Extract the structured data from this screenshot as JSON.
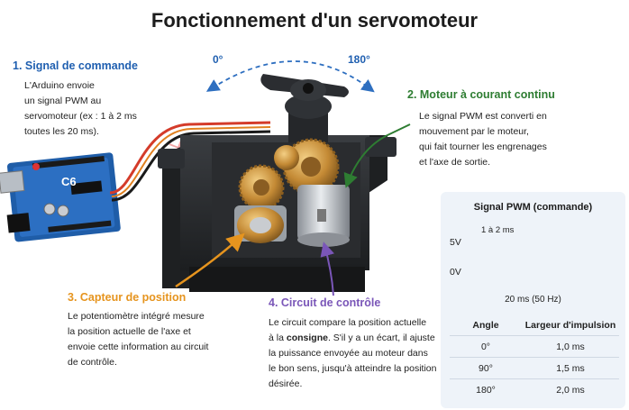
{
  "title": "Fonctionnement d'un servomoteur",
  "angles": {
    "start": "0°",
    "end": "180°"
  },
  "section1": {
    "title": "1. Signal de commande",
    "lines": [
      "L'Arduino envoie",
      "un signal PWM au",
      "servomoteur (ex : 1 à 2 ms",
      "toutes les 20 ms)."
    ]
  },
  "section2": {
    "title": "2. Moteur à courant continu",
    "lines": [
      "Le signal PWM est converti en",
      "mouvement par le moteur,",
      "qui fait tourner les engrenages",
      "et l'axe de sortie."
    ]
  },
  "section3": {
    "title": "3. Capteur de position",
    "lines": [
      "Le potentiomètre intégré mesure",
      "la position actuelle de l'axe et",
      "envoie cette information au circuit",
      "de contrôle."
    ]
  },
  "section4": {
    "title": "4. Circuit de contrôle",
    "line1": "Le circuit compare la position actuelle",
    "line2_pre": "à la ",
    "line2_bold": "consigne",
    "line2_post": ". S'il y a un écart, il ajuste",
    "line3": "la puissance envoyée au moteur dans",
    "line4": "le bon sens, jusqu'à atteindre la position",
    "line5": "désirée."
  },
  "board_label": "C6",
  "pwm": {
    "title": "Signal PWM (commande)",
    "high_label": "5V",
    "low_label": "0V",
    "pulse_label": "1 à 2 ms",
    "period_label": "20 ms (50 Hz)",
    "table": {
      "headers": [
        "Angle",
        "Largeur d'impulsion"
      ],
      "rows": [
        [
          "0°",
          "1,0 ms"
        ],
        [
          "90°",
          "1,5 ms"
        ],
        [
          "180°",
          "2,0 ms"
        ]
      ]
    }
  },
  "colors": {
    "blue": "#1f5fb0",
    "green": "#2e7d32",
    "orange": "#e6941e",
    "purple": "#7a56b8"
  }
}
